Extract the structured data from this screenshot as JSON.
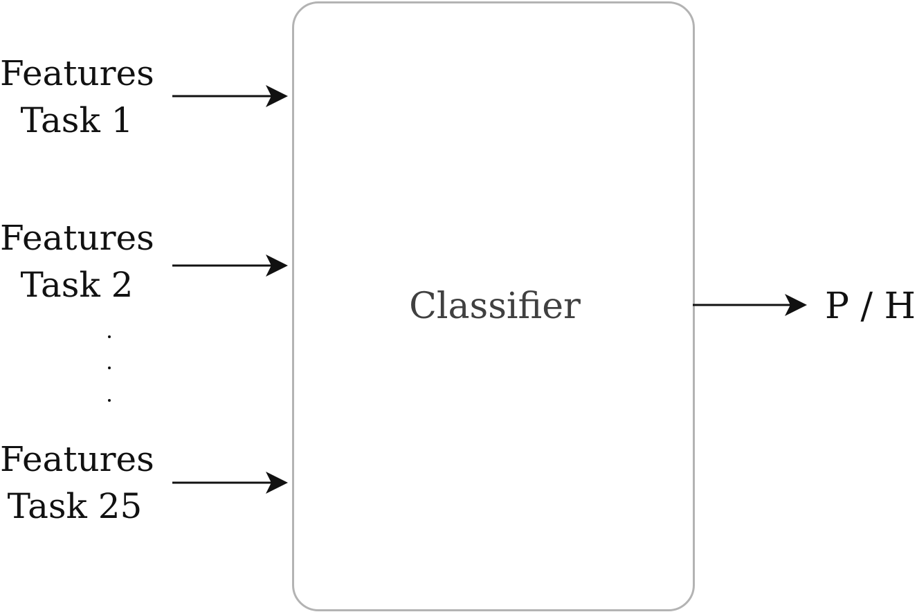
{
  "inputs": [
    {
      "line1": "Features",
      "line2": "Task 1"
    },
    {
      "line1": "Features",
      "line2": "Task 2"
    },
    {
      "line1": "Features",
      "line2": "Task 25"
    }
  ],
  "classifier": {
    "label": "Classifier"
  },
  "output": {
    "label": "P / H"
  },
  "colors": {
    "text": "#111111",
    "box_border": "#b3b3b3",
    "classifier_text": "#404040"
  }
}
